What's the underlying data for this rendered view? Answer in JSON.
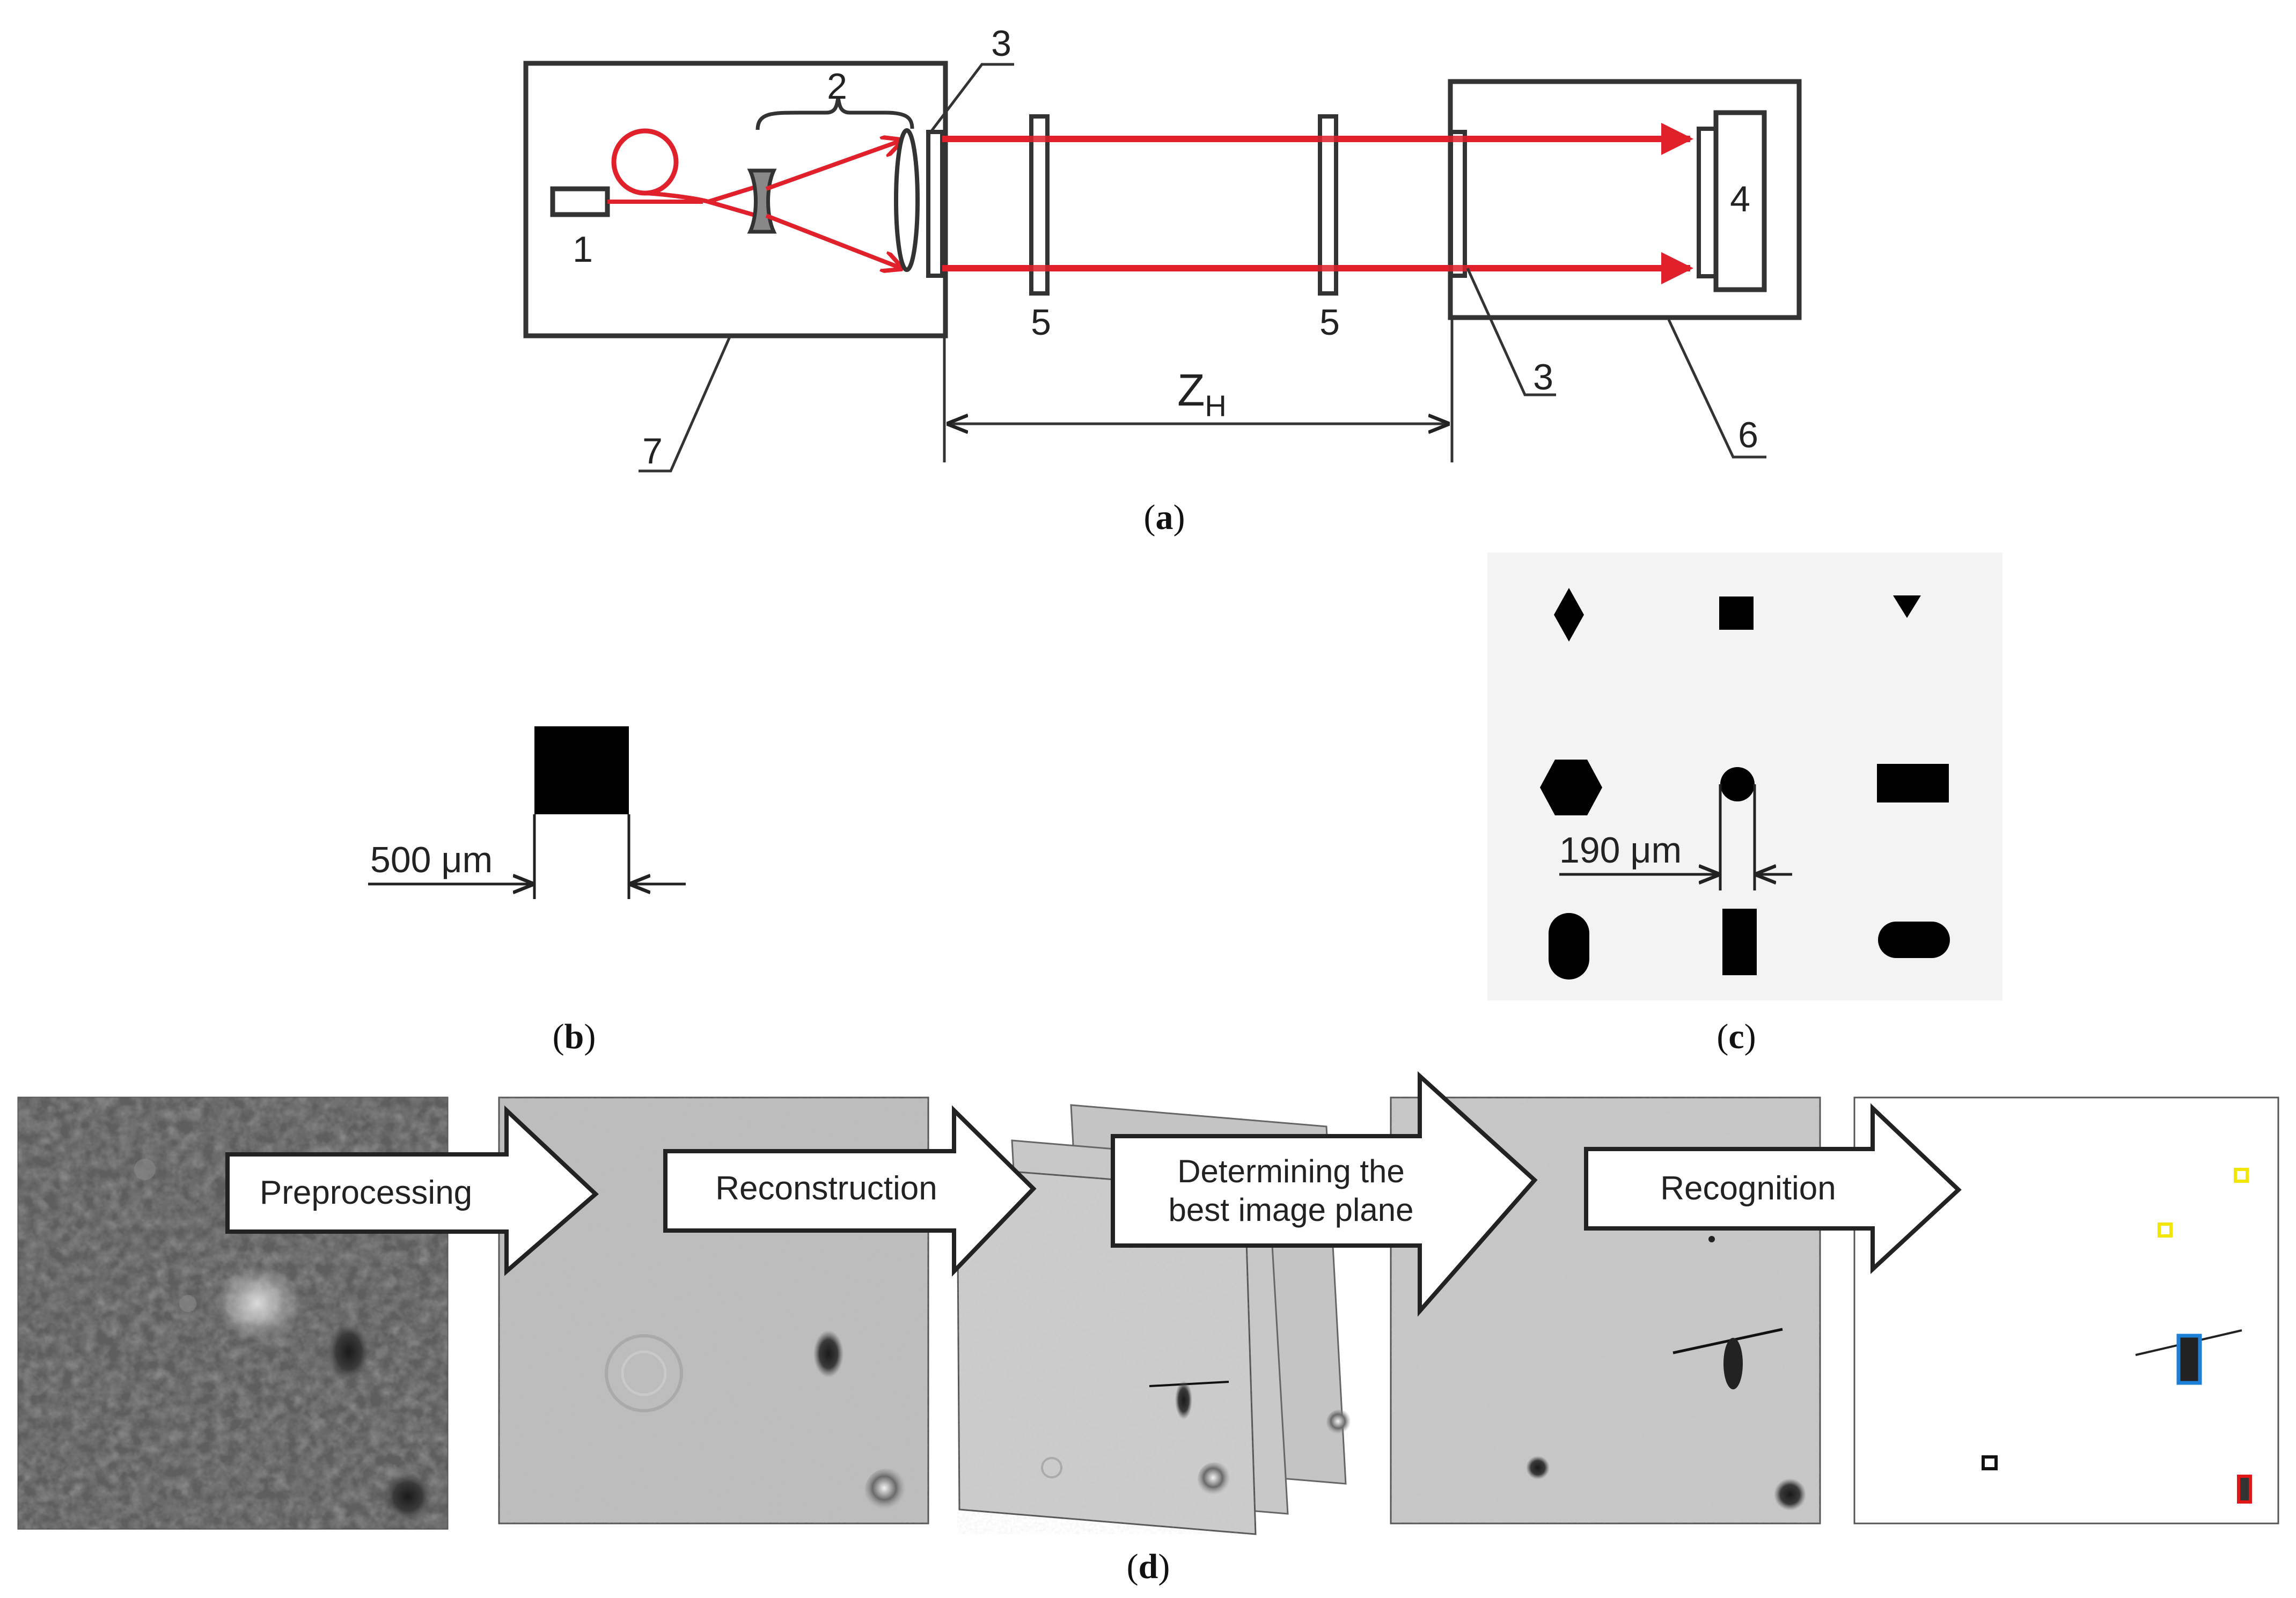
{
  "figure": {
    "panel_a": {
      "caption_open": "(",
      "caption_letter": "a",
      "caption_close": ")",
      "labels": {
        "laser": "1",
        "optics": "2",
        "window_left": "3",
        "window_right": "3",
        "camera": "4",
        "disk_left": "5",
        "disk_right": "5",
        "receiver_housing": "6",
        "source_housing": "7",
        "distance_main": "Z",
        "distance_sub": "H"
      },
      "colors": {
        "beam": "#e0202a",
        "frame": "#333333"
      }
    },
    "panel_b": {
      "caption_open": "(",
      "caption_letter": "b",
      "caption_close": ")",
      "dimension": "500 μm"
    },
    "panel_c": {
      "caption_open": "(",
      "caption_letter": "c",
      "caption_close": ")",
      "dimension": "190 μm",
      "shape_names": [
        "diamond",
        "square",
        "triangle",
        "hexagon",
        "circle",
        "rectangle",
        "capsule-vertical",
        "rectangle-vertical",
        "capsule-horizontal"
      ]
    },
    "panel_d": {
      "caption_open": "(",
      "caption_letter": "d",
      "caption_close": ")",
      "steps": [
        {
          "line1": "Preprocessing",
          "line2": ""
        },
        {
          "line1": "Reconstruction",
          "line2": ""
        },
        {
          "line1": "Determining the",
          "line2": "best image plane"
        },
        {
          "line1": "Recognition",
          "line2": ""
        }
      ],
      "box_colors": {
        "yellow": "#f2e600",
        "blue": "#1e7fd6",
        "black": "#111111",
        "red": "#e01818"
      }
    }
  }
}
